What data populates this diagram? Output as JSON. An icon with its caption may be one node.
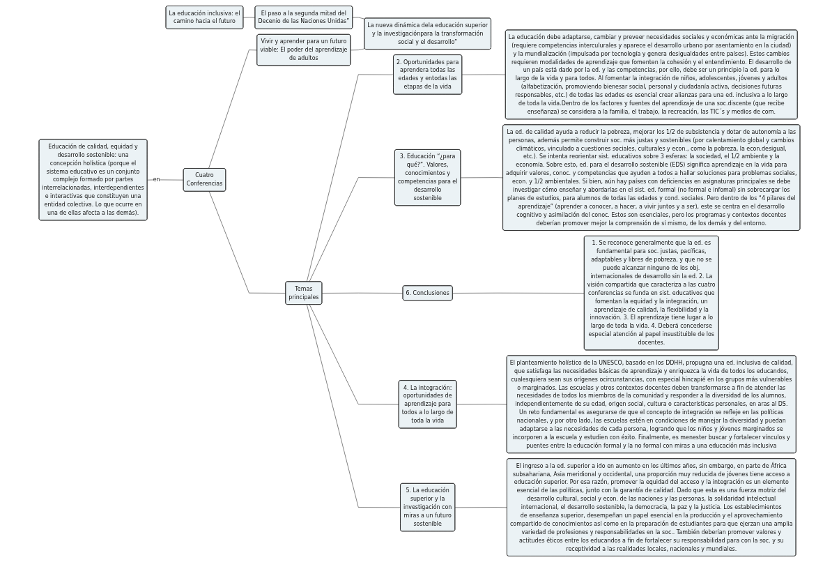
{
  "diagram": {
    "nodes": [
      {
        "text": [
          "La educación inclusiva: el camino hacia el futuro"
        ]
      },
      {
        "text": [
          "El paso a la segunda mitad del Decenio de las Naciones Unidas”"
        ]
      },
      {
        "text": [
          "La nueva dinámica dela educación superior y la investigaciónpara la transformación social y el desarrollo”"
        ]
      },
      {
        "text": [
          "Vivir y aprender para un futuro viable: El poder del aprendizaje de adultos"
        ]
      },
      {
        "text": [
          "Educación de calidad, equidad y desarrollo sostenible: una concepción holística (porque el sistema educativo es un conjunto complejo formado por partes interrelacionadas, interdependientes e interactivas que constituyen una entidad colectiva. Lo que ocurre en una de ellas afecta a las demás)."
        ]
      },
      {
        "text": [
          "Cuatro Conferencias"
        ]
      },
      {
        "text": [
          "Temas principales"
        ]
      },
      {
        "text": [
          "2. Oportunidades para aprendera todas las edades y entodas las etapas de la vida"
        ]
      },
      {
        "text": [
          "La educación debe adaptarse, cambiar y preveer necesidades sociales y económicas ante la migración (requiere competencias interculurales y aparece el desarrollo urbano por asentamiento en la ciudad) y la mundialización (impulsada por tecnología y genera desigualdades entre países). Estos cambios requieren modalidades de aprendizaje que fomenten la cohesión y el entendimiento. El desarrollo de un país está dado por la ed. y las competencias, por ello, debe ser un principio la ed. para lo largo de la vida y para todos. Al fomentar la integración de niños, adolescentes, jóvenes y adultos (alfabetización, promoviendo bienesar social, personal y ciudadanía activa, decisiones futuras responsables, etc.) de todas las edades es esencial crear alianzas para una ed. inclusiva a lo largo de toda la vida.Dentro de los factores y fuentes del aprendizaje de una soc.discente (que recibe enseñanza) se considera a la familia, el trabajo, la recreación, las TIC´s y medios de com."
        ]
      },
      {
        "text": [
          "3. Educación “¿para qué?”. Valores, conocimientos y competencias para el desarrollo sostenible"
        ]
      },
      {
        "text": [
          "La ed. de calidad ayuda a reducir la pobreza, mejorar los 1/2 de subsistencia y dotar de autonomía a las personas, además permite construir soc. más justas y sostenibles (por calentamiento global y cambios climáticos, vinculado a cuestiones sociales, culturales y econ., como la pobreza, la econ.desigual, etc.). Se intenta reorientar sist. educativos sobre 3 esferas: la sociedad, el 1/2 ambiente y la economía. Sobre esto, ed. para el desarrollo sostenible (EDS) significa aprendizaje en la vida para adquirir valores, conoc. y competencias que ayuden a todos a hallar soluciones para problemas sociales, econ. y 1/2 ambientales. Si bien, aún hay países con deficiencias en asignaturas principales se debe investigar cómo enseñar y abordarlas en el sist. ed. formal (no formal e infomal) sin sobrecargar los planes de estudios, para alumnos de todas las edades y cond. sociales. Pero dentro de los “4 pilares del aprendizaje” (aprender a conocer, a hacer, a vivir juntos y a ser), este se centra en el desarrollo cognitivo y asimilación del conoc. Estos son esenciales, pero los programas y contextos docentes deberían promover mejor la comprensión de sí mismo, de los demás y del entorno."
        ]
      },
      {
        "text": [
          "6. Conclusiones"
        ]
      },
      {
        "text": [
          "1. Se reconoce generalmente que la ed. es fundamental para soc. justas, pacíficas, adaptables y libres de pobreza, y que no se puede alcanzar ninguno de los obj. internacionales de desarrollo sin la ed. 2. La visión compartida que caracteriza a las cuatro conferencias se funda en sist. educativos que fomentan la equidad y la integración, un aprendizaje de calidad, la flexibilidad y la innovación. 3. El aprendizaje tiene lugar a lo largo de toda la vida. 4. Deberá concederse especial atención al papel insustituible de los docentes."
        ]
      },
      {
        "text": [
          "4. La integración: oportunidades de aprendizaje para todos a lo largo de toda la vida"
        ]
      },
      {
        "text": [
          "El planteamiento holístico de la UNESCO, basado en los DDHH, propugna una ed. inclusiva de calidad, que satisfaga las necesidades básicas de aprendizaje y enriquezca la vida de todos los educandos, cualesquiera sean sus orígenes ocircunstancias, con especial hincapié en los grupos más vulnerables o marginados. Las escuelas y otros contextos docentes deben transformarse a fin de atender las necesidades de todos los miembros de la comunidad y responder a la diversidad de los alumnos, independientemente de su edad, origen social, cultura o características personales, en aras al DS. Un reto fundamental es asegurarse de que el concepto de integración se refleje en las políticas nacionales, y por otro lado, las escuelas estén en condiciones de manejar la diversidad y puedan adaptarse a las necesidades de cada persona, logrando que los niños y jóvenes marginados se incorporen a la escuela y estudien con éxito. Finalmente, es menester buscar y fortalecer vínculos y puentes entre la educación formal y la no formal con miras a una educación más inclusiva"
        ]
      },
      {
        "text": [
          "5. La educación superior y la investigación con miras a un futuro sostenible"
        ]
      },
      {
        "text": [
          "El ingreso a la ed. superior a ido en aumento en los últimos años, sin embargo, en parte de África subsahariana, Asia meridional y occidental, una proporción muy reducida de jóvenes tiene acceso a educación superior. Por esa razón, promover la equidad del acceso y la integración es un elemento esencial de las políticas, junto con la garantía de calidad. Dado que esta es una fuerza motriz del desarrollo cultural, social y econ. de las naciones y las personas, la solidaridad intelectual internacional, el desarrollo sostenible, la democracia, la paz y la justicia. Los establecimientos de enseñanza superior,  desempeñan un papel esencial en la producción y el aprovechamiento compartido de conocimientos así como en la preparación de estudiantes para que ejerzan una amplia variedad de profesiones y responsabilidades en la soc.. También deberían promover valores y actitudes éticos entre los educandos a fin de fortalecer su responsabilidad para con la soc. y su receptividad a las realidades locales, nacionales y mundiales."
        ]
      }
    ],
    "edges": [
      {
        "from": 0,
        "to": 1,
        "arrow": "none"
      },
      {
        "from": 1,
        "to": 2,
        "arrow": "none"
      },
      {
        "from": 3,
        "to": 2,
        "arrow": "none"
      },
      {
        "from": 5,
        "to": 3,
        "arrow": "none"
      },
      {
        "from": 4,
        "to": 5,
        "label": "en",
        "arrow": "none"
      },
      {
        "from": 5,
        "to": 6,
        "arrow": "none"
      },
      {
        "from": 6,
        "to": 7,
        "arrow": "none"
      },
      {
        "from": 7,
        "to": 8,
        "arrow": "none"
      },
      {
        "from": 6,
        "to": 9,
        "arrow": "none"
      },
      {
        "from": 9,
        "to": 10,
        "arrow": "none"
      },
      {
        "from": 6,
        "to": 11,
        "arrow": "none"
      },
      {
        "from": 11,
        "to": 12,
        "arrow": "none"
      },
      {
        "from": 6,
        "to": 13,
        "arrow": "none"
      },
      {
        "from": 13,
        "to": 14,
        "arrow": "none"
      },
      {
        "from": 6,
        "to": 15,
        "arrow": "none"
      },
      {
        "from": 15,
        "to": 16,
        "arrow": "none"
      }
    ]
  }
}
